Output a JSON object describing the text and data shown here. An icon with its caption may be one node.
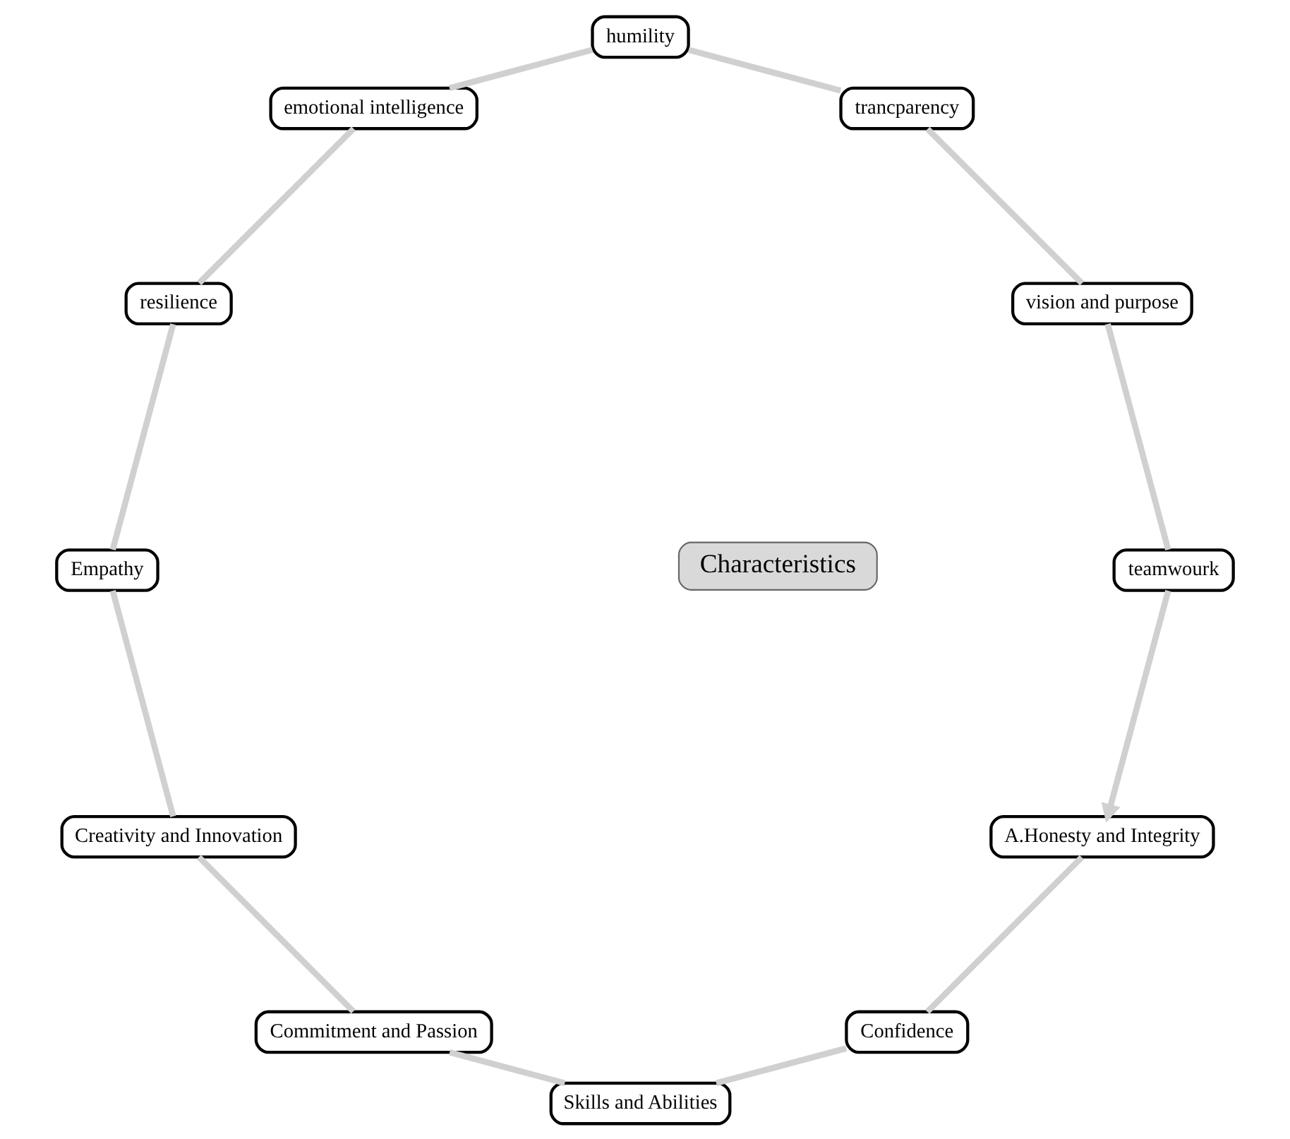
{
  "diagram": {
    "nodes": [
      {
        "text": [
          "A.Honesty and Integrity"
        ]
      },
      {
        "text": [
          "Confidence"
        ]
      },
      {
        "text": [
          "Skills and Abilities"
        ]
      },
      {
        "text": [
          "Commitment and Passion"
        ]
      },
      {
        "text": [
          "Creativity and Innovation"
        ]
      },
      {
        "text": [
          "Empathy"
        ]
      },
      {
        "text": [
          "resilience"
        ]
      },
      {
        "text": [
          "emotional intelligence"
        ]
      },
      {
        "text": [
          "humility"
        ]
      },
      {
        "text": [
          "trancparency"
        ]
      },
      {
        "text": [
          "vision and purpose"
        ]
      },
      {
        "text": [
          "teamwourk"
        ]
      },
      {
        "text": [
          "Characteristics"
        ]
      }
    ],
    "edges": [
      {
        "from": 0,
        "to": 1,
        "arrow": "none"
      },
      {
        "from": 1,
        "to": 2,
        "arrow": "none"
      },
      {
        "from": 2,
        "to": 3,
        "arrow": "none"
      },
      {
        "from": 3,
        "to": 4,
        "arrow": "none"
      },
      {
        "from": 4,
        "to": 5,
        "arrow": "none"
      },
      {
        "from": 5,
        "to": 6,
        "arrow": "none"
      },
      {
        "from": 6,
        "to": 7,
        "arrow": "none"
      },
      {
        "from": 7,
        "to": 8,
        "arrow": "none"
      },
      {
        "from": 8,
        "to": 9,
        "arrow": "none"
      },
      {
        "from": 9,
        "to": 10,
        "arrow": "none"
      },
      {
        "from": 10,
        "to": 11,
        "arrow": "none"
      },
      {
        "from": 11,
        "to": 0,
        "arrow": "to"
      }
    ]
  }
}
